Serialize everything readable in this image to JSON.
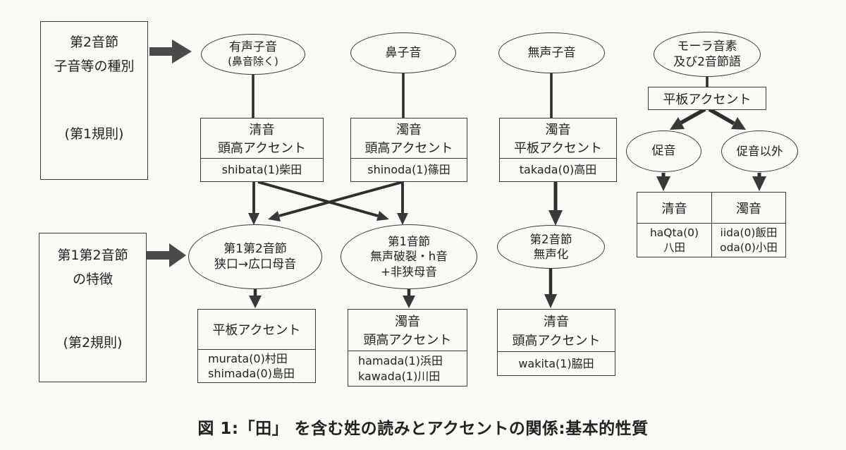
{
  "colors": {
    "paper": "#fbfaf6",
    "ink": "#222222",
    "line": "#2e2e2e",
    "block_arrow": "#4a4a4a"
  },
  "caption": "図 1:「田」 を含む姓の読みとアクセントの関係:基本的性質",
  "rule_boxes": {
    "rule1": {
      "line1": "第2音節",
      "line2": "子音等の種別",
      "subtitle": "(第1規則)"
    },
    "rule2": {
      "line1": "第1第2音節",
      "line2": "の特徴",
      "subtitle": "(第2規則)"
    }
  },
  "row1": {
    "voiced": {
      "ellipse_line1": "有声子音",
      "ellipse_line2": "(鼻音除く)",
      "box_line1": "清音",
      "box_line2": "頭高アクセント",
      "example1": "shibata(1)柴田"
    },
    "nasal": {
      "ellipse_line1": "鼻子音",
      "box_line1": "濁音",
      "box_line2": "頭高アクセント",
      "example1": "shinoda(1)篠田"
    },
    "voiceless": {
      "ellipse_line1": "無声子音",
      "box_line1": "濁音",
      "box_line2": "平板アクセント",
      "example1": "takada(0)高田"
    },
    "mora": {
      "ellipse_line1": "モーラ音素",
      "ellipse_line2": "及び2音節語",
      "box_line1": "平板アクセント",
      "sokuon": "促音",
      "sokuon_igai": "促音以外",
      "table": {
        "col1_header": "清音",
        "col2_header": "濁音",
        "col1_line1": "haQta(0)",
        "col1_line2": "八田",
        "col2_line1": "iida(0)飯田",
        "col2_line2": "oda(0)小田"
      }
    }
  },
  "row2": {
    "vowel_widening": {
      "ellipse_line1": "第1第2音節",
      "ellipse_line2": "狭口→広口母音",
      "box_line1": "平板アクセント",
      "example1": "murata(0)村田",
      "example2": "shimada(0)島田"
    },
    "voiceless_plosive": {
      "ellipse_line1": "第1音節",
      "ellipse_line2": "無声破裂・h音",
      "ellipse_line3": "+非狭母音",
      "box_line1": "濁音",
      "box_line2": "頭高アクセント",
      "example1": "hamada(1)浜田",
      "example2": "kawada(1)川田"
    },
    "devoicing": {
      "ellipse_line1": "第2音節",
      "ellipse_line2": "無声化",
      "box_line1": "清音",
      "box_line2": "頭高アクセント",
      "example1": "wakita(1)脇田"
    }
  }
}
